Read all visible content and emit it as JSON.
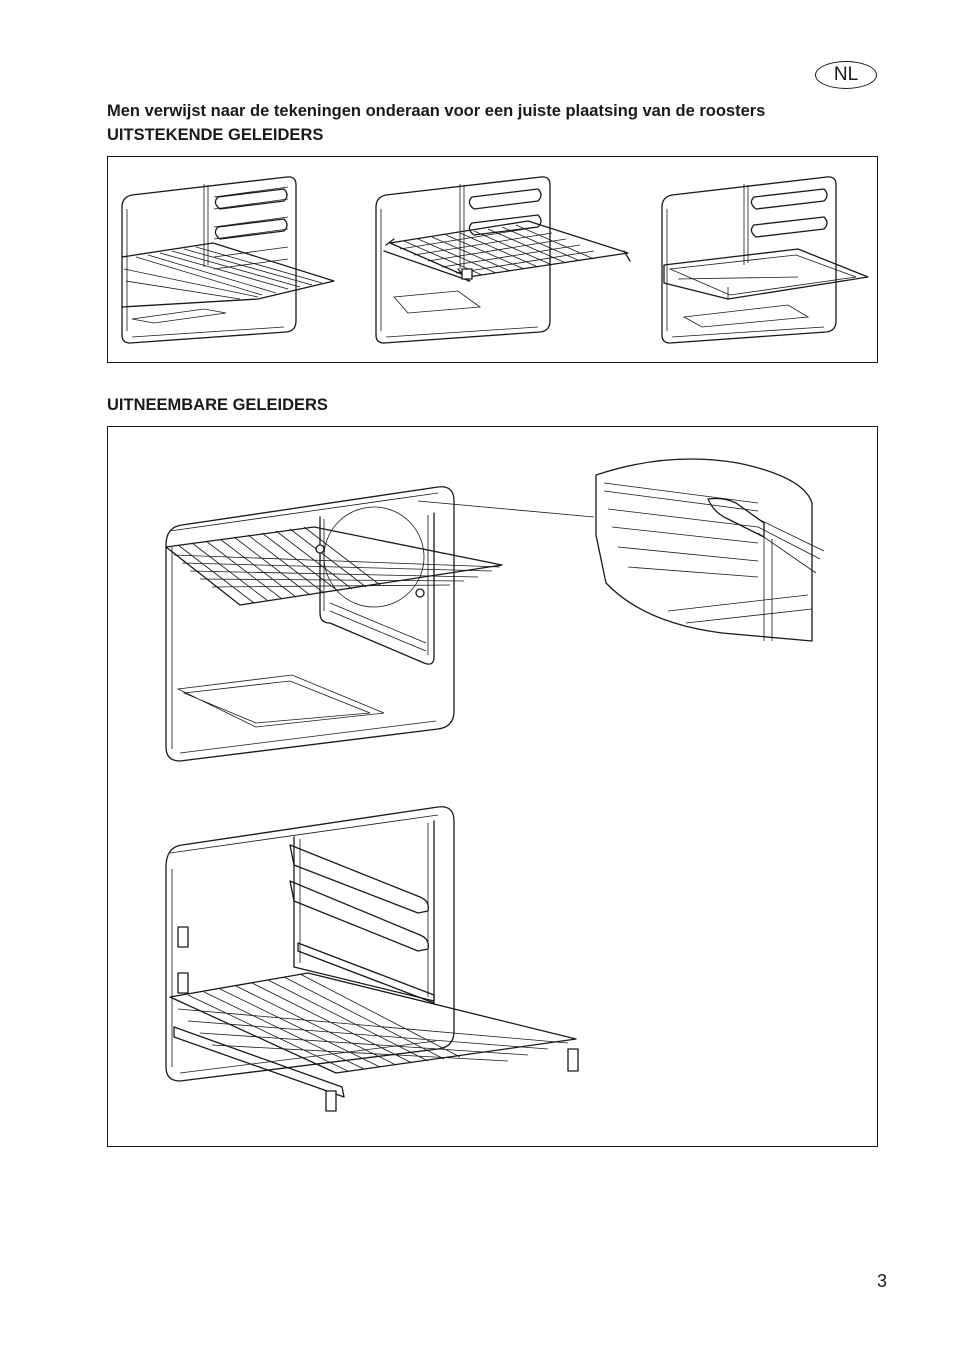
{
  "header": {
    "language_badge": "NL",
    "intro": "Men verwijst naar de tekeningen onderaan voor een juiste plaatsing van de roosters"
  },
  "sections": {
    "protruding_guides": {
      "title": "UITSTEKENDE GELEIDERS"
    },
    "removable_guides": {
      "title": "UITNEEMBARE GELEIDERS"
    }
  },
  "footer": {
    "page_number": "3"
  }
}
